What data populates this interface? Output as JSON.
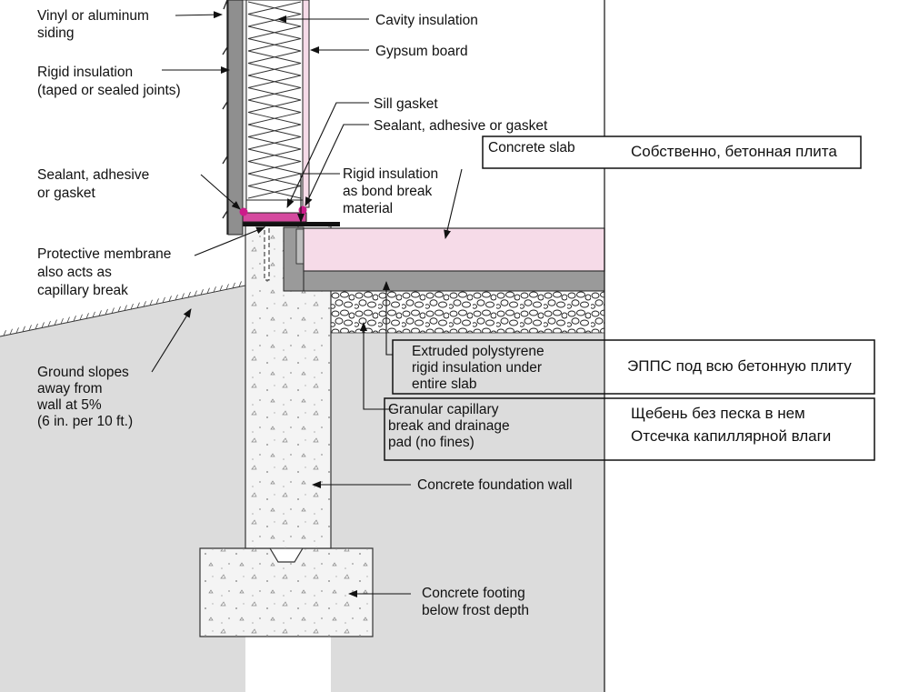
{
  "labels": {
    "siding": [
      "Vinyl or aluminum",
      "siding"
    ],
    "rigid_insulation": [
      "Rigid insulation",
      "(taped or sealed joints)"
    ],
    "sealant_left": [
      "Sealant, adhesive",
      "or gasket"
    ],
    "protective_membrane": [
      "Protective membrane",
      "also acts as",
      "capillary break"
    ],
    "ground_slopes": [
      "Ground slopes",
      "away from",
      "wall at 5%",
      "(6 in. per 10 ft.)"
    ],
    "cavity_insulation": "Cavity insulation",
    "gypsum_board": "Gypsum board",
    "sill_gasket": "Sill gasket",
    "sealant_right": "Sealant, adhesive or gasket",
    "bond_break": [
      "Rigid insulation",
      "as bond break",
      "material"
    ],
    "concrete_slab": "Concrete slab",
    "xps": [
      "Extruded polystyrene",
      "rigid insulation under",
      "entire slab"
    ],
    "granular": [
      "Granular capillary",
      "break and drainage",
      "pad (no fines)"
    ],
    "foundation_wall": "Concrete foundation wall",
    "footing": [
      "Concrete footing",
      "below frost depth"
    ]
  },
  "annotations": {
    "slab_ru": "Собственно, бетонная плита",
    "xps_ru": "ЭППС под всю бетонную плиту",
    "granular_ru": [
      "Щебень без песка в нем",
      "Отсечка капиллярной влаги"
    ]
  },
  "colors": {
    "ground": "#dcdcdc",
    "concrete": "#f3f3f3",
    "insulation_pink": "#f6dbe8",
    "gasket_magenta": "#cc1b8a",
    "rigid_gray": "#9a9a9a",
    "line": "#111111"
  }
}
